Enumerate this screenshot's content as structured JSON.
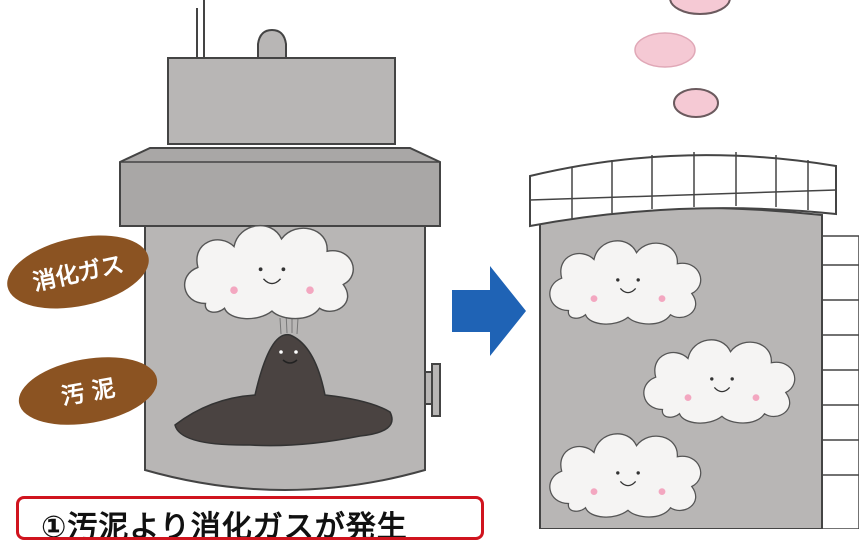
{
  "labels": {
    "gas": "消化ガス",
    "sludge": "汚 泥"
  },
  "caption": "①汚泥より消化ガスが発生",
  "colors": {
    "tank": "#b8b6b5",
    "tank_dark": "#a9a7a6",
    "outline": "#444444",
    "label_bg": "#8b5322",
    "arrow": "#1f63b5",
    "bubble": "#f5c9d4",
    "sludge": "#4a4341",
    "cloud": "#f5f4f3",
    "caption_border": "#d0141e"
  }
}
